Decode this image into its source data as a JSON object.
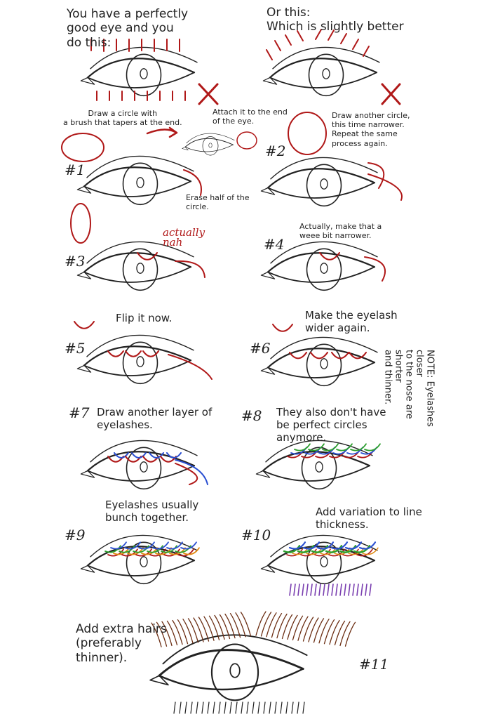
{
  "colors": {
    "ink": "#222222",
    "red": "#b01818",
    "blue": "#2a4fd1",
    "green": "#2ea02e",
    "orange": "#e08a10",
    "purple": "#7a3fb0",
    "brown": "#6b2d12"
  },
  "intro": {
    "left": "You have a perfectly\ngood eye and you\ndo this:",
    "right": "Or this:\nWhich is slightly better"
  },
  "step1": {
    "label": "#1",
    "note_circle": "Draw a circle with\na brush that tapers at the end.",
    "note_attach": "Attach it to the end\nof the eye.",
    "note_erase": "Erase half of the\ncircle."
  },
  "step2": {
    "label": "#2",
    "note": "Draw another circle,\nthis time narrower.\nRepeat the same\nprocess again."
  },
  "step3": {
    "label": "#3",
    "scribble": "actually\nnah"
  },
  "step4": {
    "label": "#4",
    "note": "Actually, make that a\nweee bit narrower."
  },
  "step5": {
    "label": "#5",
    "note": "Flip it now."
  },
  "step6": {
    "label": "#6",
    "note": "Make the eyelash\nwider again."
  },
  "side_note": "NOTE: Eyelashes closer\nto the nose are shorter\nand thinner.",
  "step7": {
    "label": "#7",
    "note": "Draw another layer of\neyelashes."
  },
  "step8": {
    "label": "#8",
    "note": "They also don't have\nbe perfect circles\nanymore."
  },
  "step9": {
    "label": "#9",
    "note": "Eyelashes usually\nbunch together."
  },
  "step10": {
    "label": "#10",
    "note": "Add variation to line\nthickness."
  },
  "step11": {
    "label": "#11",
    "note": "Add extra hairs\n(preferably\nthinner)."
  }
}
